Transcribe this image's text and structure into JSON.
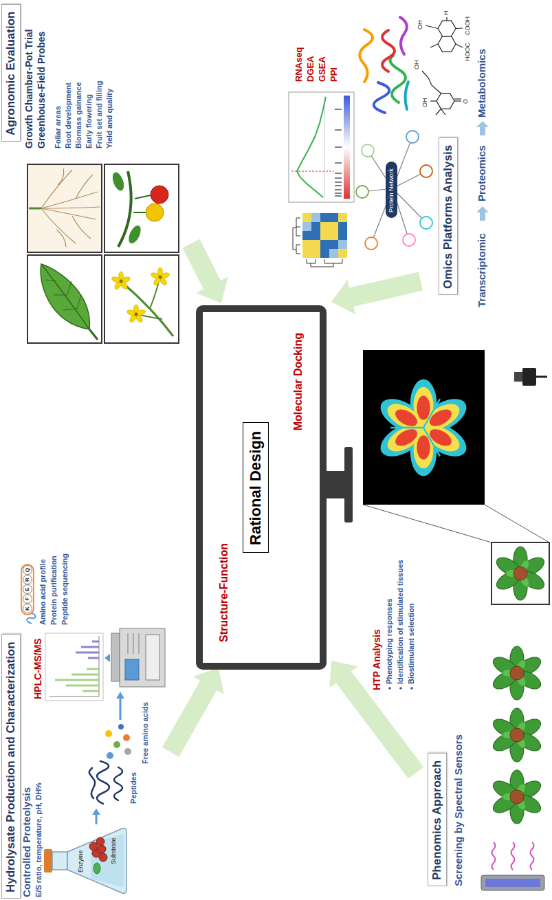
{
  "diagram": {
    "nodes": [
      {
        "text": [
          "Hydrolysate Production and Characterization"
        ]
      },
      {
        "text": [
          "Agronomic Evaluation"
        ]
      },
      {
        "text": [
          "Structure-Function",
          "Molecular Docking"
        ]
      },
      {
        "text": [
          "Rational Design"
        ],
        "in": 2
      },
      {
        "text": [
          "Phenomics Approach"
        ]
      },
      {
        "text": [
          "Omics Platforms Analysis"
        ]
      },
      {
        "text": [
          "Protein Network"
        ]
      }
    ],
    "labels": [
      "Controlled Proteolysis",
      "E/S ratio, temperature, pH, DH%",
      "Enzyme",
      "Substrate",
      "Peptides",
      "Free amino acids",
      "HPLC-MS/MS",
      "K",
      "F",
      "E",
      "R",
      "Q",
      "Amino acid profile",
      "Protein purification",
      "Peptide sequencing",
      "Growth Chamber-Pot Trial",
      "Greenhouse-Field Probes",
      "Foliar areas",
      "Root development",
      "Biomass gainance",
      "Early flowering",
      "Fruit set and filling",
      "Yield and quality",
      "Screening by Spectral Sensors",
      "HTP Analysis",
      "Phenotyping responses",
      "Identification of stimulated tissues",
      "Biostimulant selection",
      "RNAseq",
      "DGEA",
      "GSEA",
      "PPI",
      "Transcriptomic",
      "Proteomics",
      "Metabolomics",
      "OH",
      "O",
      "OH",
      "OH",
      "H",
      "COOH",
      "HOOC"
    ]
  }
}
